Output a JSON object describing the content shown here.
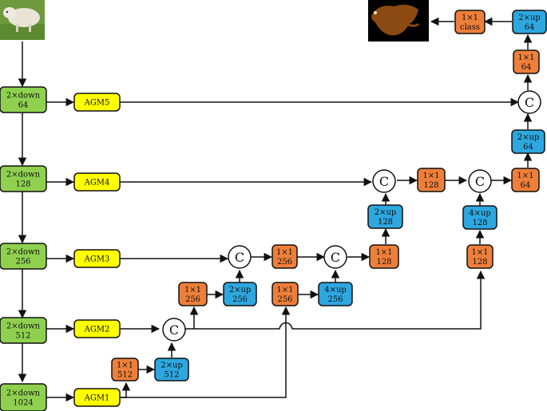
{
  "colors": {
    "encoder": "#8fd14f",
    "agm": "#ffff00",
    "conv": "#ee7f3a",
    "upsample": "#2ea7e0",
    "concat": "#ffffff",
    "stroke": "#111111"
  },
  "images": {
    "input": "lamb-photo",
    "output": "segmentation-mask"
  },
  "nodes": {
    "enc1": {
      "line1": "2×down",
      "line2": "64"
    },
    "enc2": {
      "line1": "2×down",
      "line2": "128"
    },
    "enc3": {
      "line1": "2×down",
      "line2": "256"
    },
    "enc4": {
      "line1": "2×down",
      "line2": "512"
    },
    "enc5": {
      "line1": "2×down",
      "line2": "1024"
    },
    "agm5": {
      "line1": "AGM5"
    },
    "agm4": {
      "line1": "AGM4"
    },
    "agm3": {
      "line1": "AGM3"
    },
    "agm2": {
      "line1": "AGM2"
    },
    "agm1": {
      "line1": "AGM1"
    },
    "c512": {
      "line1": "1×1",
      "line2": "512"
    },
    "up512": {
      "line1": "2×up",
      "line2": "512"
    },
    "c256a": {
      "line1": "1×1",
      "line2": "256"
    },
    "up256a": {
      "line1": "2×up",
      "line2": "256"
    },
    "c256b": {
      "line1": "1×1",
      "line2": "256"
    },
    "c256c": {
      "line1": "1×1",
      "line2": "256"
    },
    "up4x256": {
      "line1": "4×up",
      "line2": "256"
    },
    "c128a": {
      "line1": "1×1",
      "line2": "128"
    },
    "up128": {
      "line1": "2×up",
      "line2": "128"
    },
    "c128b": {
      "line1": "1×1",
      "line2": "128"
    },
    "c128c": {
      "line1": "1×1",
      "line2": "128"
    },
    "up4x128": {
      "line1": "4×up",
      "line2": "128"
    },
    "c64a": {
      "line1": "1×1",
      "line2": "64"
    },
    "up64a": {
      "line1": "2×up",
      "line2": "64"
    },
    "c64b": {
      "line1": "1×1",
      "line2": "64"
    },
    "up64b": {
      "line1": "2×up",
      "line2": "64"
    },
    "cls": {
      "line1": "1×1",
      "line2": "class"
    }
  },
  "concat": {
    "symbol": "C"
  }
}
